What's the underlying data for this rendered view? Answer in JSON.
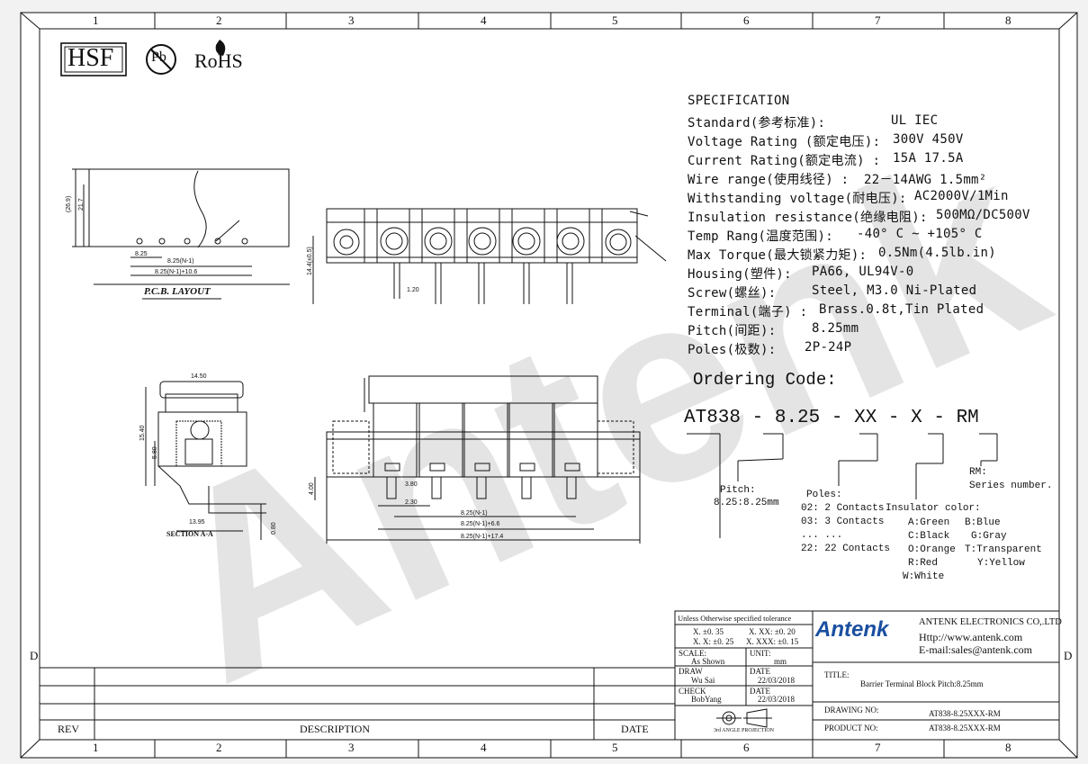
{
  "grid": {
    "columns": [
      "1",
      "2",
      "3",
      "4",
      "5",
      "6",
      "7",
      "8"
    ],
    "row_letter": "D"
  },
  "logos": {
    "hsf": "HSF",
    "pb": "Pb",
    "rohs": "RoHS"
  },
  "watermark": "Antenk",
  "pcb_layout_label": "P.C.B. LAYOUT",
  "section_label": "SECTION A-A",
  "spec": {
    "title": "SPECIFICATION",
    "lines": [
      {
        "label": "Standard(参考标准):",
        "value": "UL     IEC"
      },
      {
        "label": "Voltage Rating (额定电压):",
        "value": "300V   450V"
      },
      {
        "label": "Current Rating(额定电流) :",
        "value": "15A    17.5A"
      },
      {
        "label": "Wire range(使用线径) :",
        "value": "22－14AWG  1.5mm²"
      },
      {
        "label": "Withstanding voltage(耐电压):",
        "value": "AC2000V/1Min"
      },
      {
        "label": "Insulation resistance(绝缘电阻):",
        "value": "500MΩ/DC500V"
      },
      {
        "label": "Temp Rang(温度范围):",
        "value": "-40° C ~ +105° C"
      },
      {
        "label": "Max Torque(最大锁紧力矩):",
        "value": "0.5Nm(4.5lb.in)"
      },
      {
        "label": "Housing(塑件):",
        "value": "PA66, UL94V-0"
      },
      {
        "label": "Screw(螺丝):",
        "value": "Steel, M3.0 Ni-Plated"
      },
      {
        "label": "Terminal(端子) :",
        "value": "Brass.0.8t,Tin Plated"
      },
      {
        "label": "Pitch(间距):",
        "value": "8.25mm"
      },
      {
        "label": "Poles(极数):",
        "value": "2P-24P"
      }
    ]
  },
  "ordering": {
    "title": "Ordering Code:",
    "code_parts": [
      "AT838",
      "-",
      "8.25",
      "-",
      "XX",
      "-",
      "X",
      "-",
      "RM"
    ],
    "pitch_label": "Pitch:",
    "pitch_value": "8.25:8.25mm",
    "poles_label": "Poles:",
    "poles": [
      "02: 2 Contacts",
      "03: 3 Contacts",
      "... ...",
      "22: 22 Contacts"
    ],
    "insulator_label": "Insulator color:",
    "colors": [
      [
        "A:Green",
        "B:Blue"
      ],
      [
        "C:Black",
        "G:Gray"
      ],
      [
        "O:Orange",
        "T:Transparent"
      ],
      [
        "R:Red",
        "Y:Yellow"
      ],
      [
        "W:White",
        ""
      ]
    ],
    "rm_label": "RM:",
    "rm_value": "Series number."
  },
  "title_block": {
    "tolerance_header": "Unless Otherwise specified tolerance",
    "tol1": "X. ±0. 35",
    "tol2": "X. XX: ±0. 20",
    "tol3": "X. X: ±0. 25",
    "tol4": "X. XXX: ±0. 15",
    "scale_label": "SCALE:",
    "scale_value": "As Shown",
    "unit_label": "UNIT:",
    "unit_value": "mm",
    "draw_label": "DRAW",
    "draw_value": "Wu Sai",
    "date_label": "DATE",
    "draw_date": "22/03/2018",
    "check_label": "CHECK",
    "check_value": "BobYang",
    "check_date": "22/03/2018",
    "projection": "3rd ANGLE PROJECTION",
    "company_logo": "Antenk",
    "company_name": "ANTENK ELECTRONICS CO,.LTD",
    "website": "Http://www.antenk.com",
    "email": "E-mail:sales@antenk.com",
    "title_label": "TITLE:",
    "title_value": "Barrier Terminal Block Pitch:8.25mm",
    "drawing_no_label": "DRAWING NO:",
    "drawing_no": "AT838-8.25XXX-RM",
    "product_no_label": "PRODUCT NO:",
    "product_no": "AT838-8.25XXX-RM",
    "rev_label": "REV",
    "description_label": "DESCRIPTION",
    "date_col_label": "DATE"
  },
  "colors": {
    "line": "#111111",
    "watermark": "#c8c8c8",
    "logo_blue": "#1a4fa0"
  }
}
